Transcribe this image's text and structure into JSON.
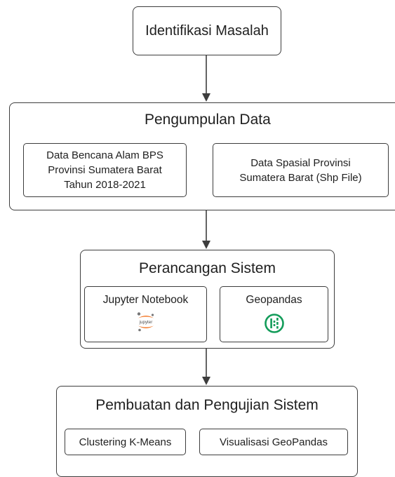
{
  "steps": {
    "identifikasi": {
      "title": "Identifikasi Masalah"
    },
    "pengumpulan": {
      "title": "Pengumpulan Data",
      "items": [
        {
          "lines": [
            "Data Bencana Alam BPS",
            "Provinsi Sumatera Barat",
            "Tahun 2018-2021"
          ]
        },
        {
          "lines": [
            "Data Spasial Provinsi",
            "Sumatera Barat (Shp File)"
          ]
        }
      ]
    },
    "perancangan": {
      "title": "Perancangan Sistem",
      "tools": [
        {
          "label": "Jupyter Notebook",
          "icon": "jupyter-logo-icon",
          "logo_text": "jupyter"
        },
        {
          "label": "Geopandas",
          "icon": "geopandas-logo-icon"
        }
      ]
    },
    "pembuatan": {
      "title": "Pembuatan dan Pengujian Sistem",
      "items": [
        "Clustering K-Means",
        "Visualisasi GeoPandas"
      ]
    }
  },
  "colors": {
    "stroke": "#3d3d3d",
    "jupyter_orange": "#f37726",
    "geopandas_green": "#139c5a"
  }
}
